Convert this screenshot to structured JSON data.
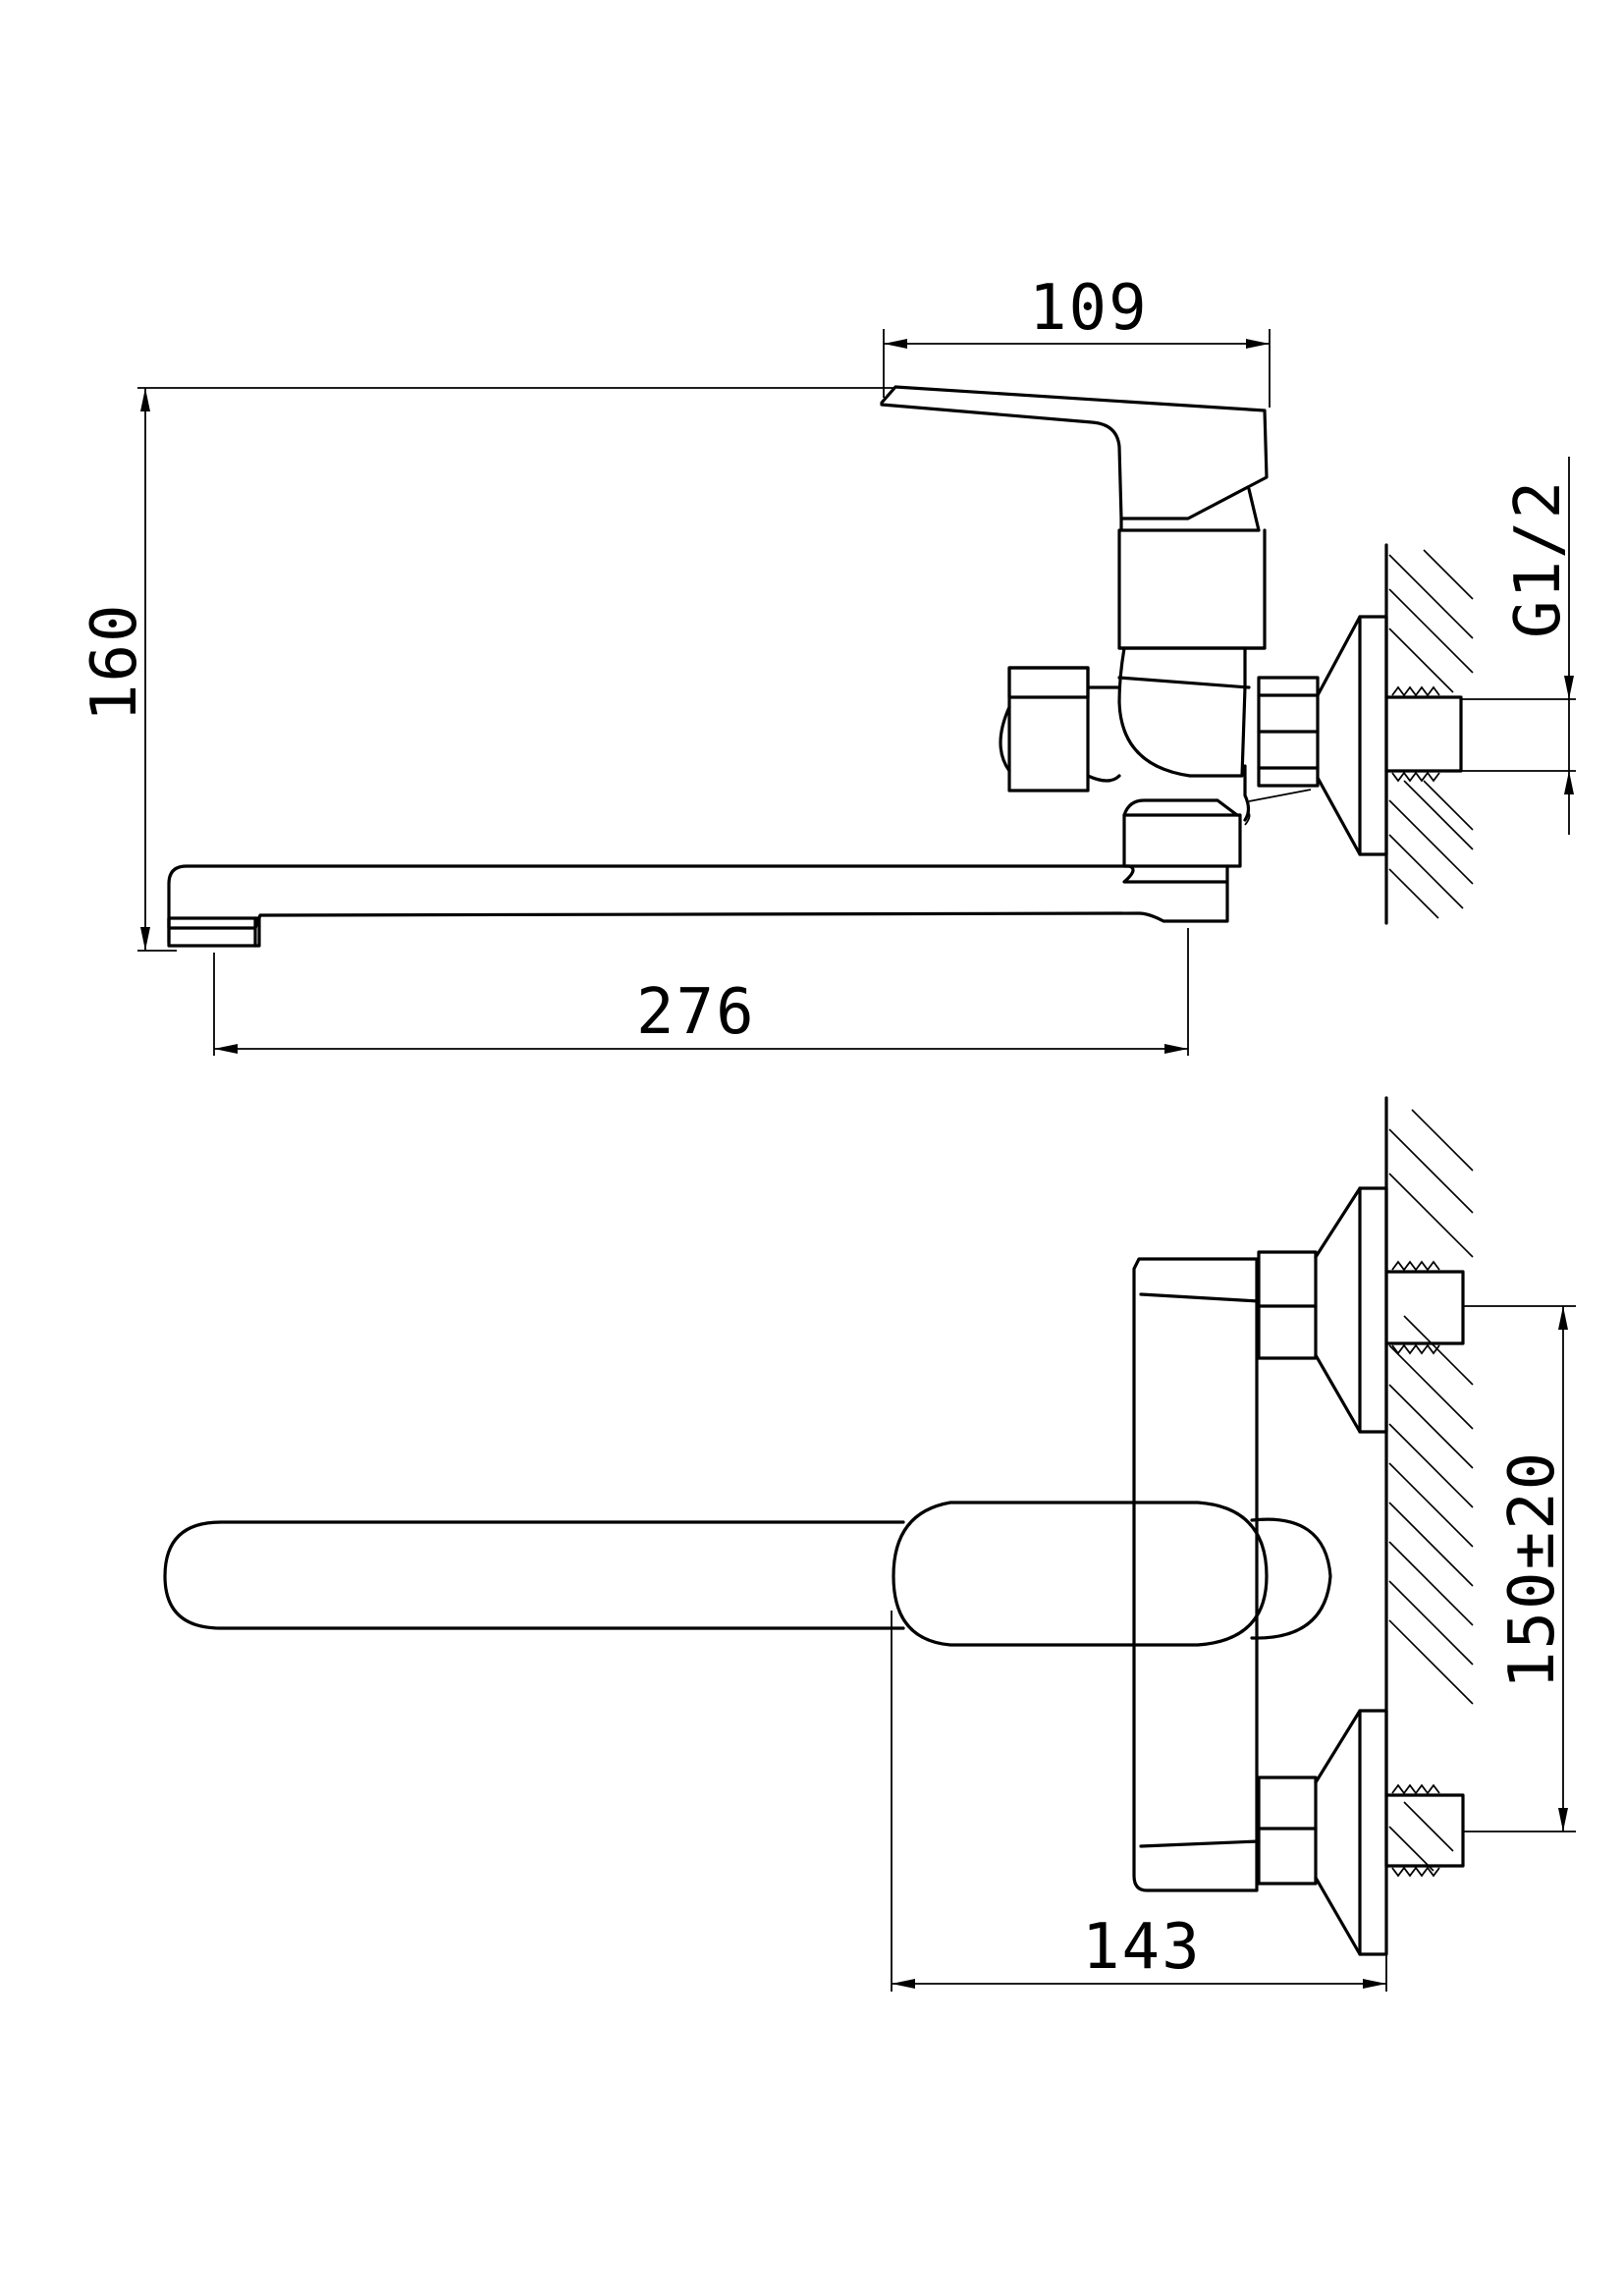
{
  "dimensions": {
    "handle_length": "109",
    "total_height": "160",
    "thread": "G1/2",
    "spout_reach": "276",
    "center_distance": "150±20",
    "projection": "143"
  },
  "colors": {
    "line": "#000000",
    "background": "#ffffff"
  }
}
